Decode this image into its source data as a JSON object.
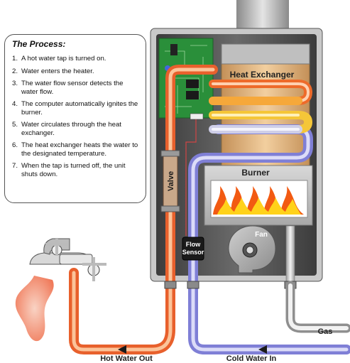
{
  "process": {
    "title": "The Process:",
    "steps": [
      {
        "num": "1.",
        "text": "A hot water tap is turned on."
      },
      {
        "num": "2.",
        "text": "Water enters the heater."
      },
      {
        "num": "3.",
        "text": "The water flow sensor detects the water flow."
      },
      {
        "num": "4.",
        "text": "The computer automatically ignites the burner."
      },
      {
        "num": "5.",
        "text": "Water circulates through the heat exchanger."
      },
      {
        "num": "6.",
        "text": "The heat exchanger heats the water to the designated temperature."
      },
      {
        "num": "7.",
        "text": "When the tap is turned off, the unit shuts down."
      }
    ]
  },
  "labels": {
    "heat_exchanger": "Heat Exchanger",
    "burner": "Burner",
    "valve": "Valve",
    "fan": "Fan",
    "flow": "Flow",
    "sensor": "Sensor",
    "gas": "Gas",
    "hot_water_out": "Hot Water Out",
    "cold_water_in": "Cold Water In"
  },
  "colors": {
    "hot_pipe": "#e8602c",
    "hot_pipe_light": "#fbc49a",
    "cold_pipe": "#8c8ce0",
    "cold_pipe_light": "#d8d8f6",
    "casing": "#5f5f5f",
    "heat_exchanger": "#d9ad7a",
    "circuit_board": "#2a8f3a",
    "flame": "#f25a12"
  }
}
